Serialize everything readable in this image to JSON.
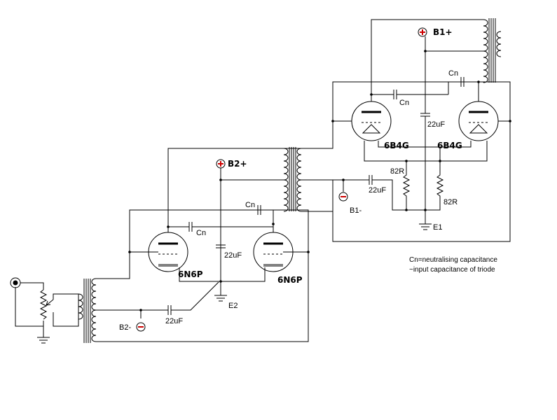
{
  "supplies": {
    "b1_plus": "B1+",
    "b1_minus": "B1-",
    "b2_plus": "B2+",
    "b2_minus": "B2-"
  },
  "grounds": {
    "e1": "E1",
    "e2": "E2"
  },
  "tubes": {
    "output_stage": "6B4G",
    "driver_stage": "6N6P"
  },
  "components": {
    "neutralising_cap": "Cn",
    "coupling_cap": "22uF",
    "bias_resistor": "82R"
  },
  "notes": {
    "line1": "Cn=neutralising capacitance",
    "line2": "~input capacitance of triode"
  },
  "colors": {
    "line": "#000000",
    "plus_symbol": "#cc0000",
    "minus_symbol": "#cc0000",
    "background": "#ffffff"
  }
}
